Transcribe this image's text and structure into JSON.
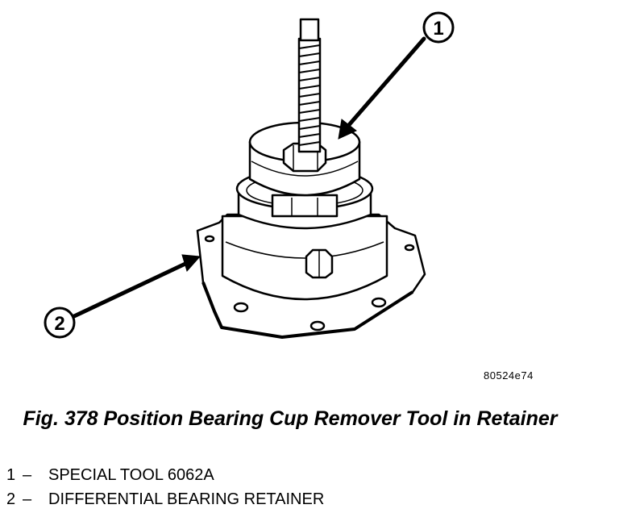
{
  "figure": {
    "code": "80524e74",
    "caption": "Fig. 378 Position Bearing Cup Remover Tool in Retainer"
  },
  "callouts": [
    {
      "number": "1"
    },
    {
      "number": "2"
    }
  ],
  "legend": [
    {
      "number": "1",
      "dash": "–",
      "label": "SPECIAL TOOL 6062A"
    },
    {
      "number": "2",
      "dash": "–",
      "label": "DIFFERENTIAL BEARING RETAINER"
    }
  ]
}
